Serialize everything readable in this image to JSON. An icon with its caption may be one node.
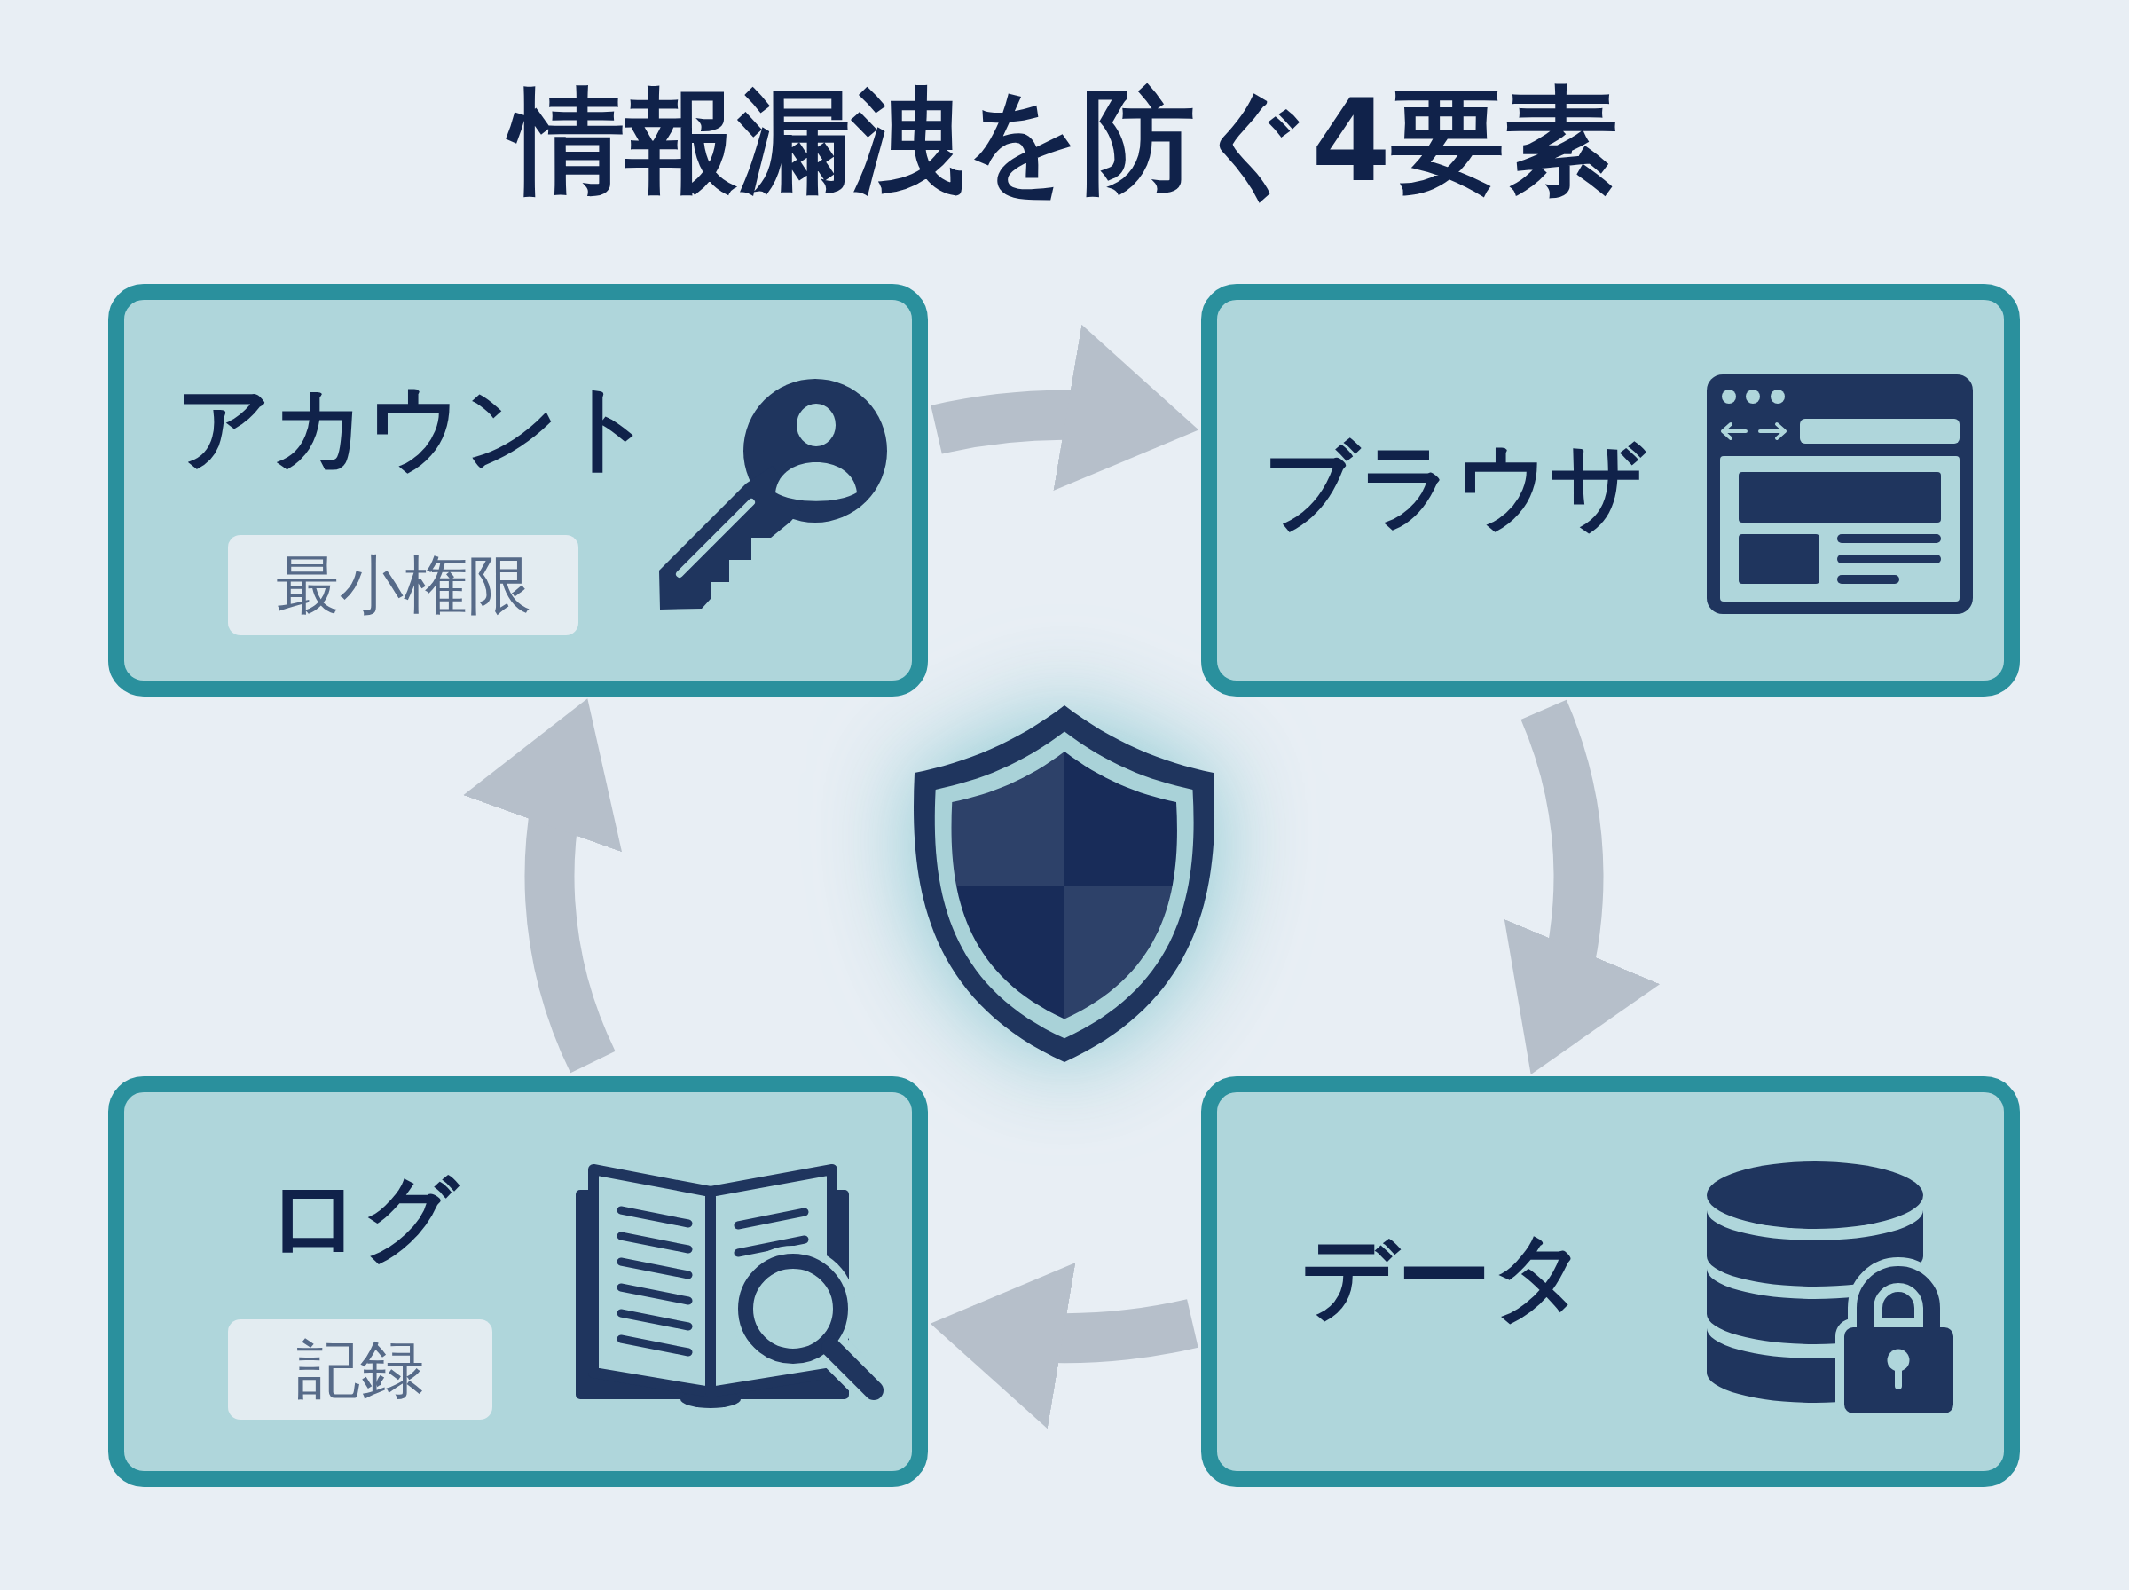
{
  "diagram": {
    "title": "情報漏洩を防ぐ4要素",
    "nodes": [
      {
        "text": [
          "アカウント"
        ]
      },
      {
        "text": [
          "最小権限"
        ],
        "in": 0
      },
      {
        "text": [
          "ブラウザ"
        ]
      },
      {
        "text": [
          "ログ"
        ]
      },
      {
        "text": [
          "記録"
        ],
        "in": 3
      },
      {
        "text": [
          "データ"
        ]
      }
    ],
    "edges": [
      {
        "from": 0,
        "to": 2,
        "arrow": "to"
      },
      {
        "from": 2,
        "to": 5,
        "arrow": "to"
      },
      {
        "from": 5,
        "to": 3,
        "arrow": "to"
      },
      {
        "from": 3,
        "to": 0,
        "arrow": "to"
      }
    ]
  }
}
